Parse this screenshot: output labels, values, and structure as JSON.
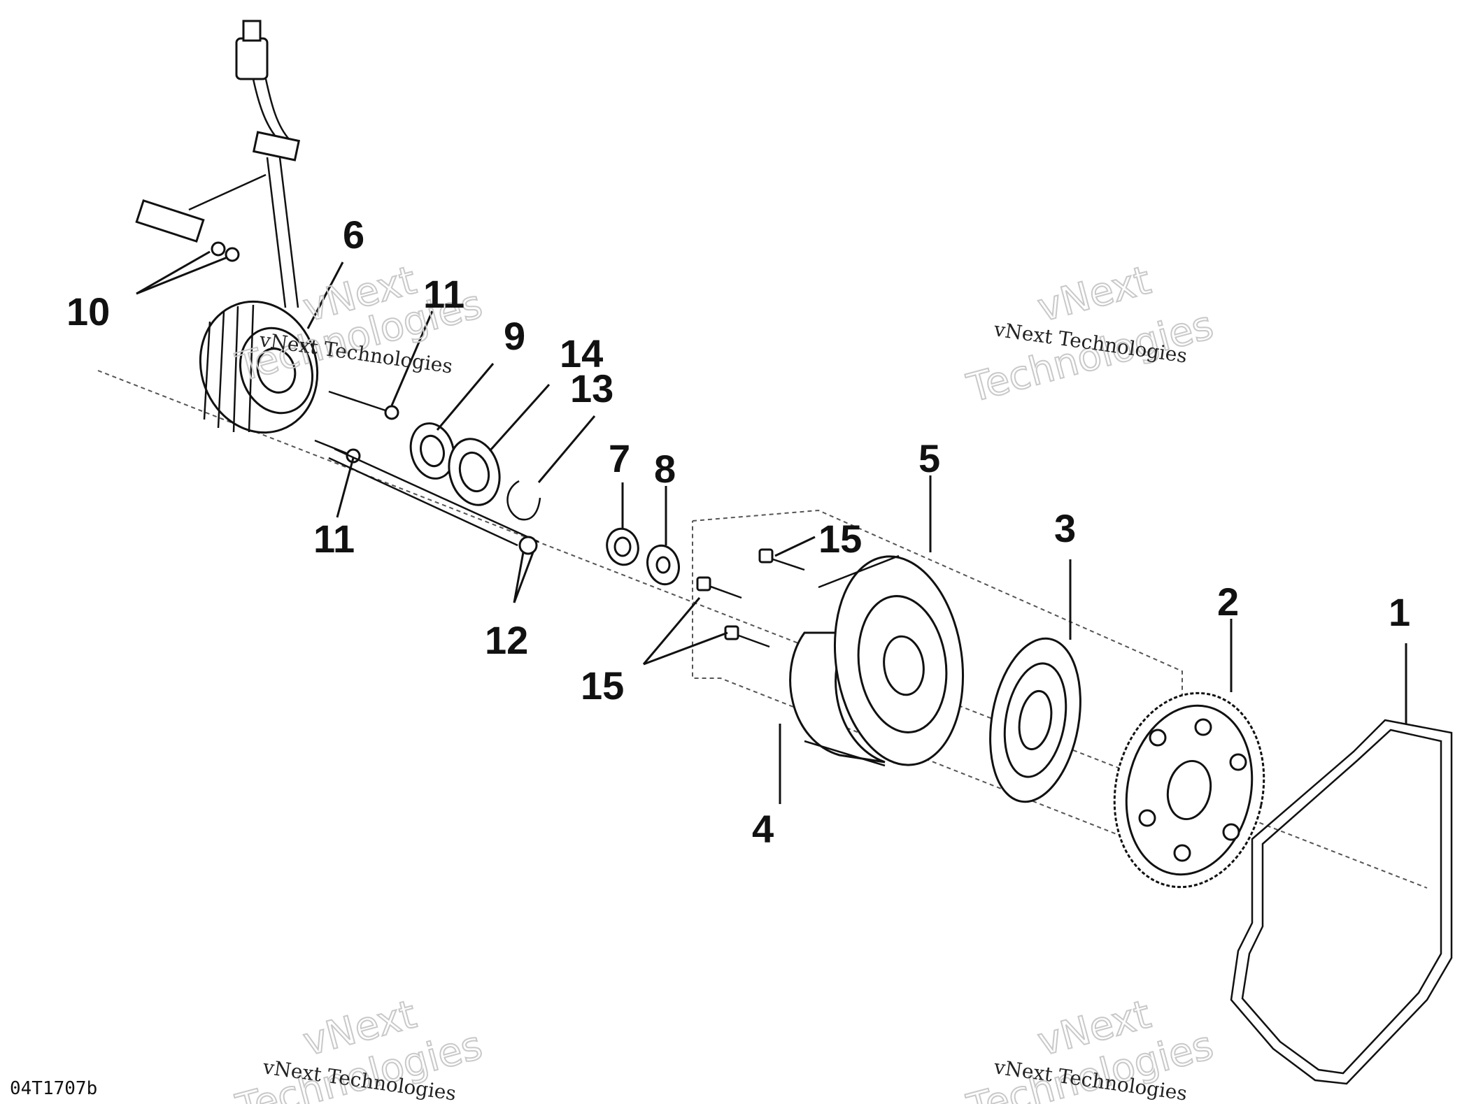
{
  "callouts": {
    "c1": "1",
    "c2": "2",
    "c3": "3",
    "c4": "4",
    "c5": "5",
    "c6": "6",
    "c7": "7",
    "c8": "8",
    "c9": "9",
    "c10": "10",
    "c11a": "11",
    "c11b": "11",
    "c12": "12",
    "c13": "13",
    "c14": "14",
    "c15a": "15",
    "c15b": "15"
  },
  "watermark": {
    "small": "vNext Technologies",
    "big_line1": "vNext",
    "big_line2": "Technologies"
  },
  "figure_id": "04T1707b"
}
